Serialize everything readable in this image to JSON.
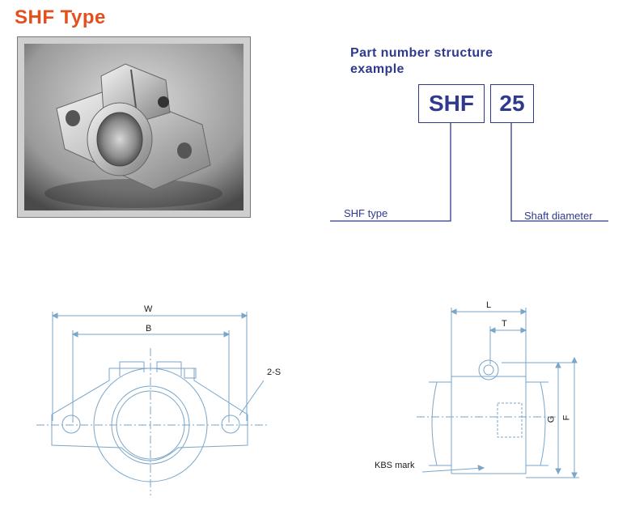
{
  "header": {
    "title": "SHF Type"
  },
  "part_number": {
    "heading_line1": "Part number structure",
    "heading_line2": "example",
    "code_box": "SHF",
    "size_box": "25",
    "code_label": "SHF type",
    "size_label": "Shaft diameter"
  },
  "front_view": {
    "dim_w": "W",
    "dim_b": "B",
    "dim_s": "2-S"
  },
  "side_view": {
    "dim_l": "L",
    "dim_t": "T",
    "dim_g": "G",
    "dim_f": "F",
    "kbs_label": "KBS mark"
  },
  "colors": {
    "title": "#e3501c",
    "accent": "#2f3a8c",
    "drawing_line": "#7aa6c8"
  }
}
